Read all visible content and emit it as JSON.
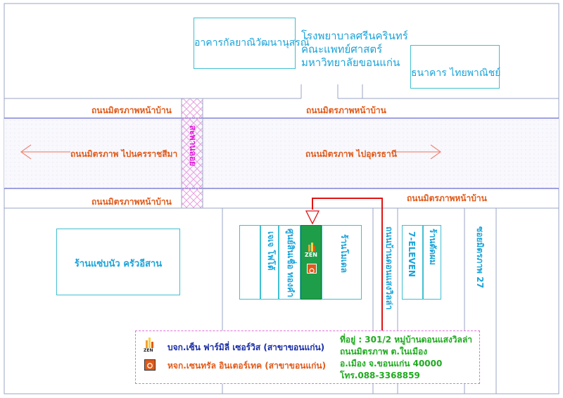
{
  "colors": {
    "road_edge": "#3f3fbf",
    "road_fill": "#f6f6fc",
    "building_border": "#3fbfd0",
    "building_text": "#1aa3d9",
    "road_label": "#e05a1a",
    "arrow": "#f08a7a",
    "route_line": "#e01414",
    "shop_highlight": "#1f9e4a",
    "info_border": "#e070d8",
    "info_text_company": "#1a2ea6",
    "info_text_branch": "#e05a1a",
    "info_text_address": "#1faa1f",
    "crosswalk": "#e01ad8"
  },
  "landmarks": {
    "lakkana_building": "อาคารกัลยาณิวัฒนานุสรณ์",
    "hospital_line1": "โรงพยาบาลศรีนครินทร์",
    "hospital_line2": "คณะแพทย์ศาสตร์",
    "hospital_line3": "มหาวิทยาลัยขอนแก่น",
    "bank": "ธนาคาร ไทยพาณิชย์",
    "restaurant": "ร้านแซ่บนัว ครัวอีสาน"
  },
  "roads": {
    "frontage_top_left": "ถนนมิตรภาพหน้าบ้าน",
    "frontage_top_right": "ถนนมิตรภาพหน้าบ้าน",
    "main_left": "ถนนมิตรภาพ ไปนครราชสีมา",
    "main_right": "ถนนมิตรภาพ ไปอุดรธานี",
    "frontage_bottom_left": "ถนนมิตรภาพหน้าบ้าน",
    "frontage_bottom_right": "ถนนมิตรภาพหน้าบ้าน",
    "crosswalk": "สะพานลอย",
    "side_road": "ถนนบ้านดอนแสงวิลล่า",
    "soi_27": "ซอยมิตรภาพ 27"
  },
  "shops": {
    "shop1": "เจเจ โฟโต้",
    "shop2": "ศูนย์สินเชื่อ ทองคำ",
    "shop3_zen": "ZEN",
    "shop4": "ร้านโมเดล",
    "seven_eleven": "7-ELEVEN",
    "shop_barber": "ร้านตัดผม"
  },
  "info": {
    "company_zen": "บจก.เซ็น ฟาร์มิลี่ เซอร์วิส (สาขาขอนแก่น)",
    "company_central": "หจก.เซนทรัล อินเตอร์เทค (สาขาขอนแก่น)",
    "address_line1": "ที่อยู่ : 301/2  หมู่บ้านดอนแสงวิลล่า",
    "address_line2": "ถนนมิตรภาพ ต.ในเมือง",
    "address_line3": "อ.เมือง จ.ขอนแก่น 40000",
    "address_line4": "โทร.088-3368859",
    "logo_zen_text": "ZEN"
  }
}
